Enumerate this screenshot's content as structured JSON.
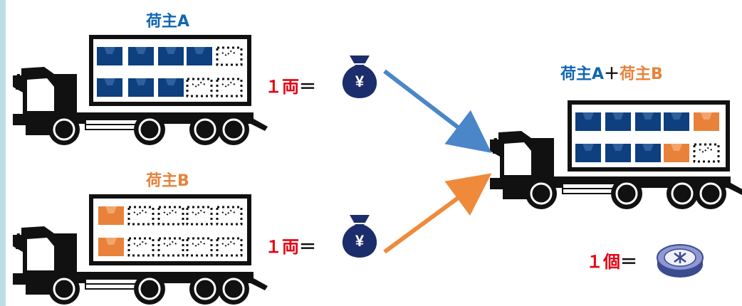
{
  "colors": {
    "shipper_a": "#1167b1",
    "shipper_b": "#e8823a",
    "price_red": "#e60012",
    "navy_box": "#0e3f7e",
    "orange_box": "#e8823a",
    "arrow_blue": "#4a86c8",
    "arrow_orange": "#ef8a3b",
    "side_bar": "#bcdde8",
    "coin": "#8e98d4"
  },
  "labels": {
    "shipper_a": "荷主A",
    "shipper_b": "荷主B",
    "combined_a": "荷主A",
    "combined_plus": "＋",
    "combined_b": "荷主B",
    "price_truck_a": {
      "num": "１",
      "unit": "両",
      "eq": "＝"
    },
    "price_truck_b": {
      "num": "１",
      "unit": "両",
      "eq": "＝"
    },
    "price_item": {
      "num": "１",
      "unit": "個",
      "eq": "＝"
    },
    "yen": "¥"
  },
  "icons": {
    "truck": "truck-icon",
    "money_bag": "money-bag-icon",
    "coin": "coin-icon"
  }
}
